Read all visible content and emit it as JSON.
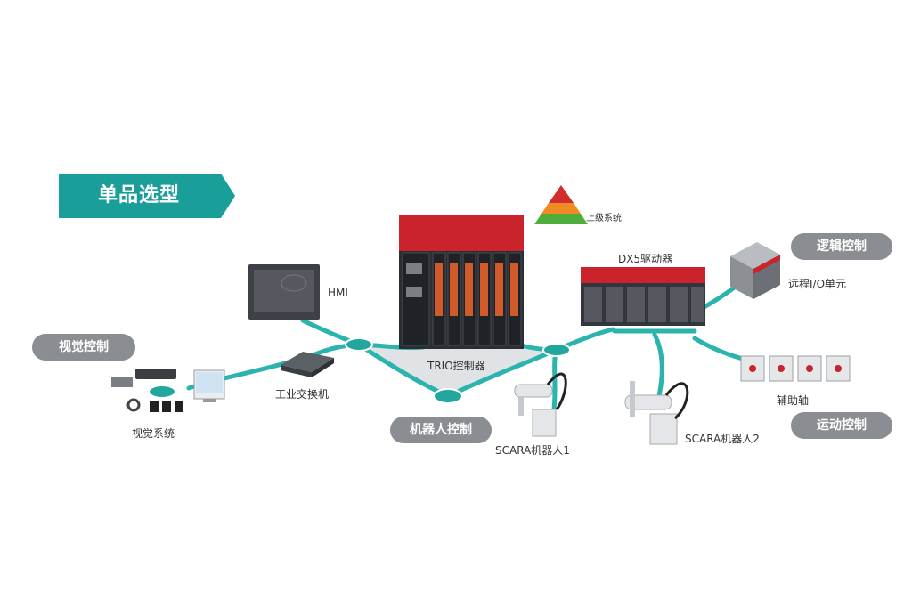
{
  "banner": {
    "title": "单品选型",
    "color": "#1a9e9a"
  },
  "categories": {
    "vision": "视觉控制",
    "robot": "机器人控制",
    "logic": "逻辑控制",
    "motion": "运动控制"
  },
  "labels": {
    "hmi": "HMI",
    "switch": "工业交换机",
    "vision_system": "视觉系统",
    "trio": "TRIO控制器",
    "upper_system": "上级系统",
    "drive": "DX5驱动器",
    "remote_io": "远程I/O单元",
    "aux_axis": "辅助轴",
    "scara1": "SCARA机器人1",
    "scara2": "SCARA机器人2"
  },
  "colors": {
    "network": "#2bb3ad",
    "node": "#22a79f",
    "pill": "#8a8d92",
    "device_red": "#d2232a"
  }
}
